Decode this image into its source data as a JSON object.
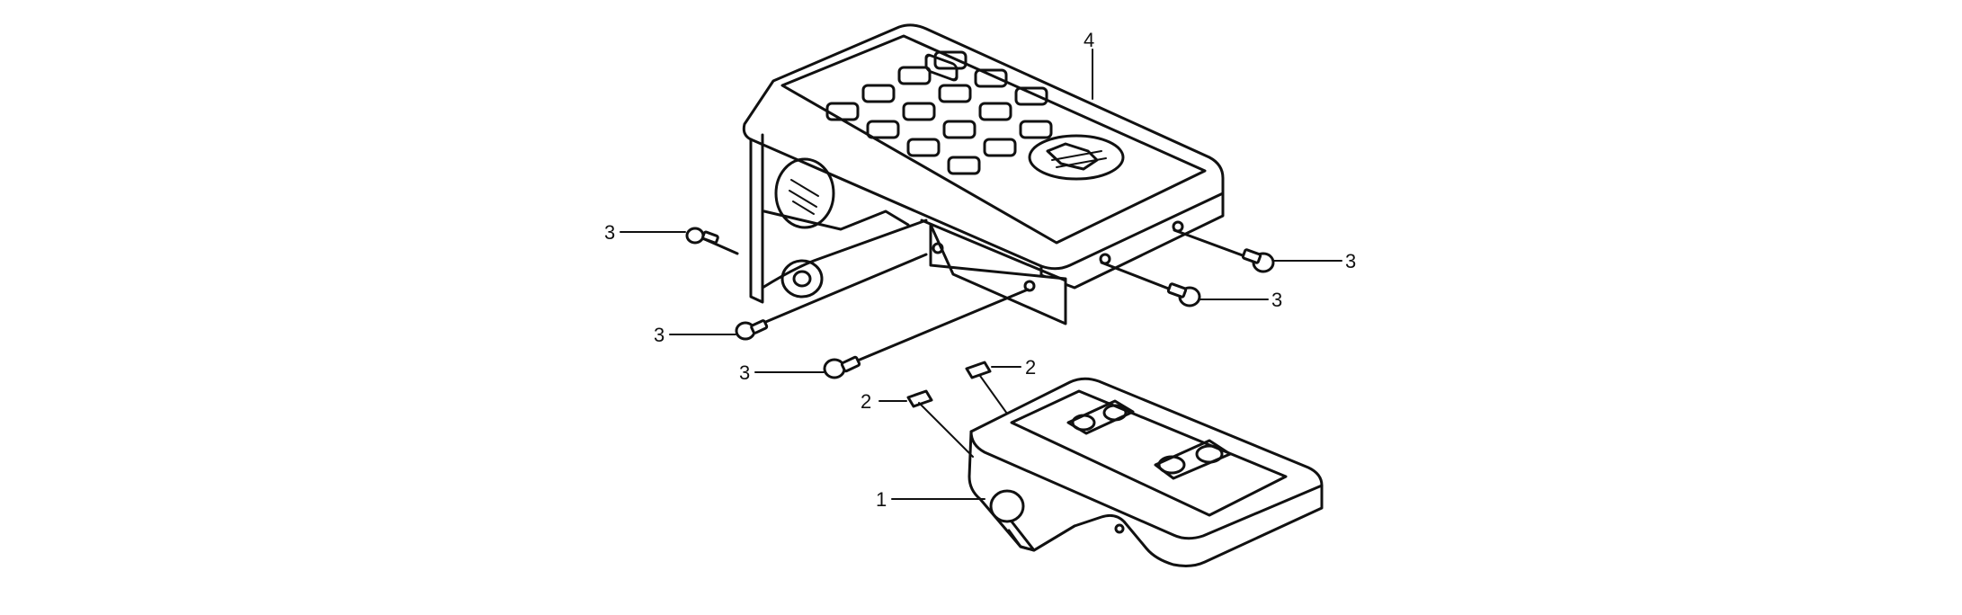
{
  "callouts": [
    {
      "id": "callout-1",
      "label": "1"
    },
    {
      "id": "callout-2a",
      "label": "2"
    },
    {
      "id": "callout-2b",
      "label": "2"
    },
    {
      "id": "callout-3a",
      "label": "3"
    },
    {
      "id": "callout-3b",
      "label": "3"
    },
    {
      "id": "callout-3c",
      "label": "3"
    },
    {
      "id": "callout-3d",
      "label": "3"
    },
    {
      "id": "callout-3e",
      "label": "3"
    },
    {
      "id": "callout-4",
      "label": "4"
    }
  ]
}
